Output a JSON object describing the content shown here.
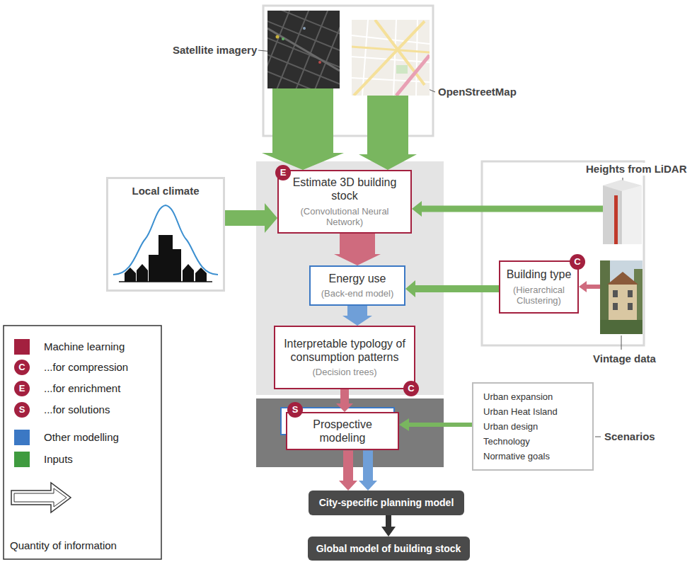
{
  "diagram": {
    "nodes": [
      {
        "text": [
          "Satellite imagery"
        ]
      },
      {
        "text": [
          "OpenStreetMap"
        ]
      },
      {
        "text": [
          "Local climate"
        ]
      },
      {
        "text": [
          "Estimate 3D building stock",
          "(Convolutional Neural Network)"
        ]
      },
      {
        "text": [
          "Energy use",
          "(Back-end model)"
        ]
      },
      {
        "text": [
          "Interpretable typology of consumption patterns",
          "(Decision trees)"
        ]
      },
      {
        "text": [
          "Heights from LiDAR"
        ]
      },
      {
        "text": [
          "Building type",
          "(Hierarchical Clustering)"
        ]
      },
      {
        "text": [
          "Vintage data"
        ]
      },
      {
        "text": [
          "Prospective modeling"
        ]
      },
      {
        "text": [
          "Urban expansion",
          "Urban Heat Island",
          "Urban design",
          "Technology",
          "Normative goals",
          "Scenarios"
        ]
      },
      {
        "text": [
          "City-specific planning model"
        ]
      },
      {
        "text": [
          "Global model of building stock"
        ]
      }
    ],
    "edges": [
      {
        "from": 0,
        "to": 3,
        "arrow": "to"
      },
      {
        "from": 1,
        "to": 3,
        "arrow": "to"
      },
      {
        "from": 2,
        "to": 3,
        "arrow": "to"
      },
      {
        "from": 6,
        "to": 3,
        "arrow": "to"
      },
      {
        "from": 3,
        "to": 4,
        "arrow": "to"
      },
      {
        "from": 8,
        "to": 7,
        "arrow": "to"
      },
      {
        "from": 7,
        "to": 4,
        "arrow": "to"
      },
      {
        "from": 4,
        "to": 5,
        "arrow": "to"
      },
      {
        "from": 5,
        "to": 9,
        "arrow": "to"
      },
      {
        "from": 10,
        "to": 9,
        "arrow": "to"
      },
      {
        "from": 9,
        "to": 11,
        "arrow": "to"
      },
      {
        "from": 9,
        "to": 11,
        "arrow": "to"
      },
      {
        "from": 11,
        "to": 12,
        "arrow": "to"
      }
    ],
    "labels": [
      "E",
      "C",
      "C",
      "S",
      "C",
      "E",
      "S"
    ],
    "legend": [
      {
        "text": "Machine learning",
        "color": "#a3203f"
      },
      {
        "text": "...for compression"
      },
      {
        "text": "...for enrichment"
      },
      {
        "text": "...for solutions"
      },
      {
        "text": "Other modelling",
        "color": "#3b78c4"
      },
      {
        "text": "Inputs",
        "color": "#3f9b3f"
      },
      {
        "text": "Quantity of information"
      }
    ]
  }
}
